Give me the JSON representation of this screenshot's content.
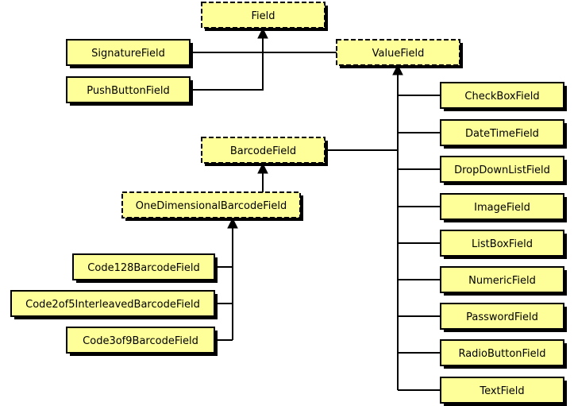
{
  "colors": {
    "box_fill": "#ffff99",
    "shadow": "#000000",
    "border": "#000000",
    "line": "#000000"
  },
  "nodes": {
    "field": {
      "label": "Field",
      "abstract": true
    },
    "signature_field": {
      "label": "SignatureField",
      "abstract": false
    },
    "push_button_field": {
      "label": "PushButtonField",
      "abstract": false
    },
    "value_field": {
      "label": "ValueField",
      "abstract": true
    },
    "check_box_field": {
      "label": "CheckBoxField",
      "abstract": false
    },
    "date_time_field": {
      "label": "DateTimeField",
      "abstract": false
    },
    "drop_down_list_field": {
      "label": "DropDownListField",
      "abstract": false
    },
    "image_field": {
      "label": "ImageField",
      "abstract": false
    },
    "list_box_field": {
      "label": "ListBoxField",
      "abstract": false
    },
    "numeric_field": {
      "label": "NumericField",
      "abstract": false
    },
    "password_field": {
      "label": "PasswordField",
      "abstract": false
    },
    "radio_button_field": {
      "label": "RadioButtonField",
      "abstract": false
    },
    "text_field": {
      "label": "TextField",
      "abstract": false
    },
    "barcode_field": {
      "label": "BarcodeField",
      "abstract": true
    },
    "one_dimensional_barcode_field": {
      "label": "OneDimensionalBarcodeField",
      "abstract": true
    },
    "code128_barcode_field": {
      "label": "Code128BarcodeField",
      "abstract": false
    },
    "code2of5_interleaved_barcode_field": {
      "label": "Code2of5InterleavedBarcodeField",
      "abstract": false
    },
    "code3of9_barcode_field": {
      "label": "Code3of9BarcodeField",
      "abstract": false
    }
  },
  "inheritance": [
    {
      "child": "signature_field",
      "parent": "field"
    },
    {
      "child": "push_button_field",
      "parent": "field"
    },
    {
      "child": "value_field",
      "parent": "field"
    },
    {
      "child": "check_box_field",
      "parent": "value_field"
    },
    {
      "child": "date_time_field",
      "parent": "value_field"
    },
    {
      "child": "drop_down_list_field",
      "parent": "value_field"
    },
    {
      "child": "image_field",
      "parent": "value_field"
    },
    {
      "child": "list_box_field",
      "parent": "value_field"
    },
    {
      "child": "numeric_field",
      "parent": "value_field"
    },
    {
      "child": "password_field",
      "parent": "value_field"
    },
    {
      "child": "radio_button_field",
      "parent": "value_field"
    },
    {
      "child": "text_field",
      "parent": "value_field"
    },
    {
      "child": "barcode_field",
      "parent": "value_field"
    },
    {
      "child": "one_dimensional_barcode_field",
      "parent": "barcode_field"
    },
    {
      "child": "code128_barcode_field",
      "parent": "one_dimensional_barcode_field"
    },
    {
      "child": "code2of5_interleaved_barcode_field",
      "parent": "one_dimensional_barcode_field"
    },
    {
      "child": "code3of9_barcode_field",
      "parent": "one_dimensional_barcode_field"
    }
  ]
}
